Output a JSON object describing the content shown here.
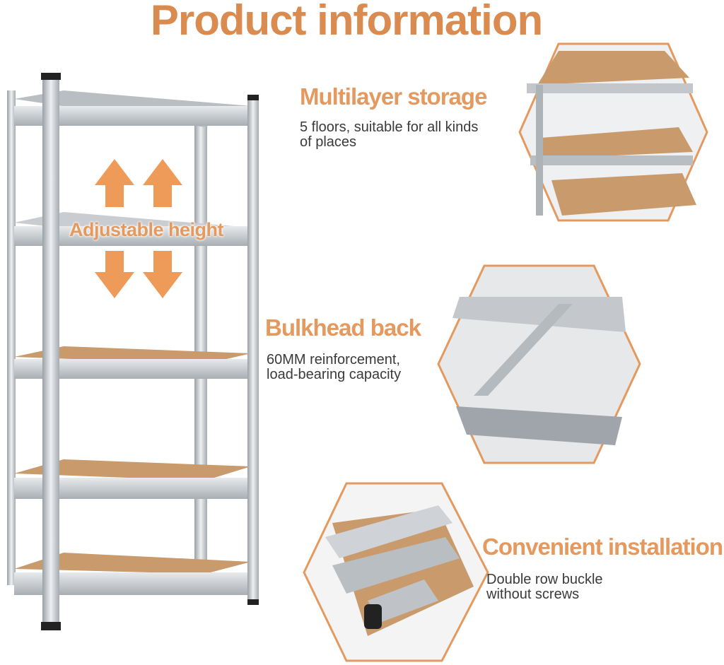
{
  "title": "Product information",
  "shelf_label": "Adjustable height",
  "features": [
    {
      "heading": "Multilayer storage",
      "lines": [
        "5 floors, suitable for all kinds",
        "of places"
      ]
    },
    {
      "heading": "Bulkhead back",
      "lines": [
        "60MM reinforcement,",
        "load-bearing capacity"
      ]
    },
    {
      "heading": "Convenient installation",
      "lines": [
        "Double row buckle",
        "without screws"
      ]
    }
  ],
  "colors": {
    "accent": "#E4995F",
    "title": "#D98B50",
    "board": "#C99A6B",
    "metal": "#C9CDD1"
  }
}
